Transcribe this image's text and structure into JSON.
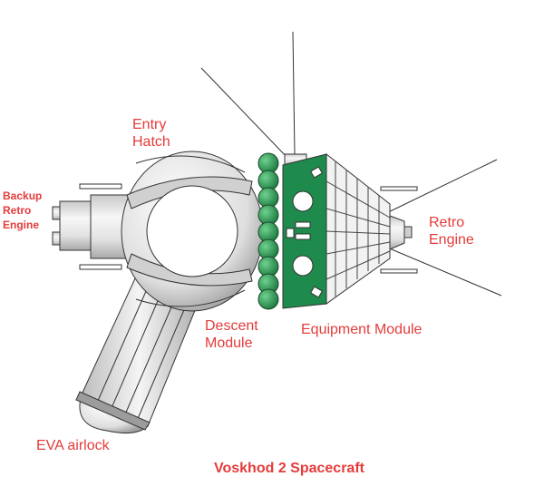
{
  "title": "Voskhod 2 Spacecraft",
  "labels": {
    "entry_hatch_1": "Entry",
    "entry_hatch_2": "Hatch",
    "backup_1": "Backup",
    "backup_2": "Retro",
    "backup_3": "Engine",
    "retro_1": "Retro",
    "retro_2": "Engine",
    "descent_1": "Descent",
    "descent_2": "Module",
    "equipment": "Equipment Module",
    "eva": "EVA airlock"
  },
  "colors": {
    "label": "#e53b3b",
    "module_green": "#1e8a4c",
    "sphere_green": "#2e9a55",
    "metal": "#e8e8e8",
    "outline": "#333333"
  }
}
